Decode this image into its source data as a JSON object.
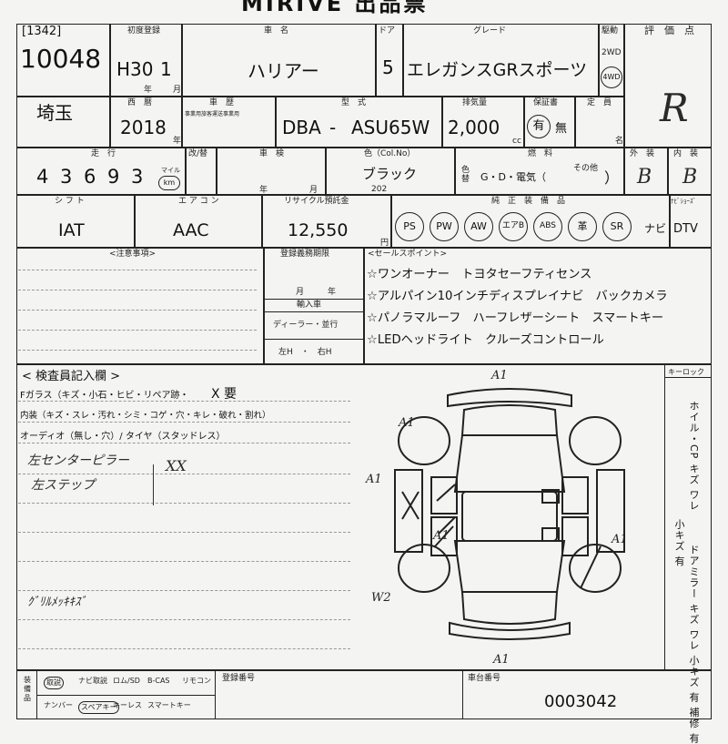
{
  "title": "MIRIVE 出品票",
  "lot": {
    "tag": "[1342]",
    "number": "10048",
    "prefecture": "埼玉"
  },
  "labels": {
    "first_reg": "初度登録",
    "year_unit": "年",
    "month_unit": "月",
    "model_name": "車　名",
    "doors": "ドア",
    "grade": "グレード",
    "drive": "駆動",
    "score": "評　価　点",
    "year_ad": "西　暦",
    "history": "車　歴",
    "history_note": "事業用旅客運送事業用",
    "type": "型　式",
    "displacement": "排気量",
    "cc": "cc",
    "warranty": "保証書",
    "capacity": "定　員",
    "persons": "名",
    "mileage": "走　行",
    "replaced": "改/替",
    "inspection": "車　検",
    "color": "色（Col.No）",
    "color_side": "色 替",
    "fuel": "燃　料",
    "fuel_other": "その他",
    "exterior": "外　装",
    "interior": "内　装",
    "shift": "シ フ ト",
    "ac": "エ ア コ ン",
    "recycle": "リサイクル預託金",
    "yen": "円",
    "equipment": "純　正　装　備　品",
    "navi_type": "ﾅﾋﾞｼｮｰｽﾞ",
    "notes": "<注意事項>",
    "inspection_due": "登録義務期限",
    "sales_points": "<セールスポイント>",
    "import": "輸入車",
    "import_options": "ディーラー・並行",
    "handle": "左H　・　右H",
    "inspector": "< 検査員記入欄 >",
    "glass": "Fガラス（キズ・小石・ヒビ・リペア跡・",
    "glass_x": "X 要",
    "interior_line": "内装（キズ・スレ・汚れ・シミ・コゲ・穴・キレ・破れ・割れ）",
    "audio_line": "オーディオ（無し・穴）/ タイヤ（スタッドレス）",
    "keyless": "キーロック",
    "reg_no": "登録番号",
    "chassis_no": "車台番号"
  },
  "vehicle": {
    "era_year": "H30",
    "month": "1",
    "model": "ハリアー",
    "doors": "5",
    "grade": "エレガンスGRスポーツ",
    "drive_2wd": "2WD",
    "drive_4wd": "4WD",
    "year_ad": "2018",
    "type_prefix": "DBA",
    "type_sep": "-",
    "type_model": "ASU65W",
    "displacement": "2,000",
    "warranty_yes": "有",
    "warranty_no": "無",
    "mileage_digits": [
      "4",
      "3",
      "6",
      "9",
      "3"
    ],
    "mileage_mile": "マイル",
    "mileage_km": "km",
    "color_name": "ブラック",
    "color_no": "202",
    "fuel": "G・D・電気（",
    "fuel_close": "）",
    "score": "R",
    "exterior": "B",
    "interior": "B",
    "shift": "IAT",
    "ac": "AAC",
    "recycle": "12,550",
    "equipment": [
      "PS",
      "PW",
      "AW",
      "エアB",
      "ABS",
      "革",
      "SR"
    ],
    "navi": "ナビ",
    "navi_choice": "DTV"
  },
  "sales_points": [
    "☆ワンオーナー　トヨタセーフティセンス",
    "☆アルパイン10インチディスプレイナビ　バックカメラ",
    "☆パノラマルーフ　ハーフレザーシート　スマートキー",
    "☆LEDヘッドライト　クルーズコントロール"
  ],
  "handwritten": {
    "note1": "左センターピラー",
    "note2": "左ステップ",
    "note_xx": "XX",
    "note3": "ｸﾞﾘﾙﾒｯｷｷｽﾞ"
  },
  "diagram_marks": [
    "A1",
    "A1",
    "A1",
    "A1",
    "A1",
    "W2",
    "A1"
  ],
  "side_text": {
    "col1": "ホイル・CP キズ ワレ",
    "col2": "小キズ 有",
    "col3": "ドアミラー キズ ワレ 小キズ 有 補修 有"
  },
  "bottom_items": {
    "row1": [
      "取説",
      "ナビ取説",
      "ロム/SD",
      "B-CAS",
      "リモコン"
    ],
    "row2": [
      "ナンバー",
      "スペアキー",
      "キーレス",
      "スマートキー"
    ],
    "side": "装備品",
    "chassis_tail": "0003042"
  }
}
